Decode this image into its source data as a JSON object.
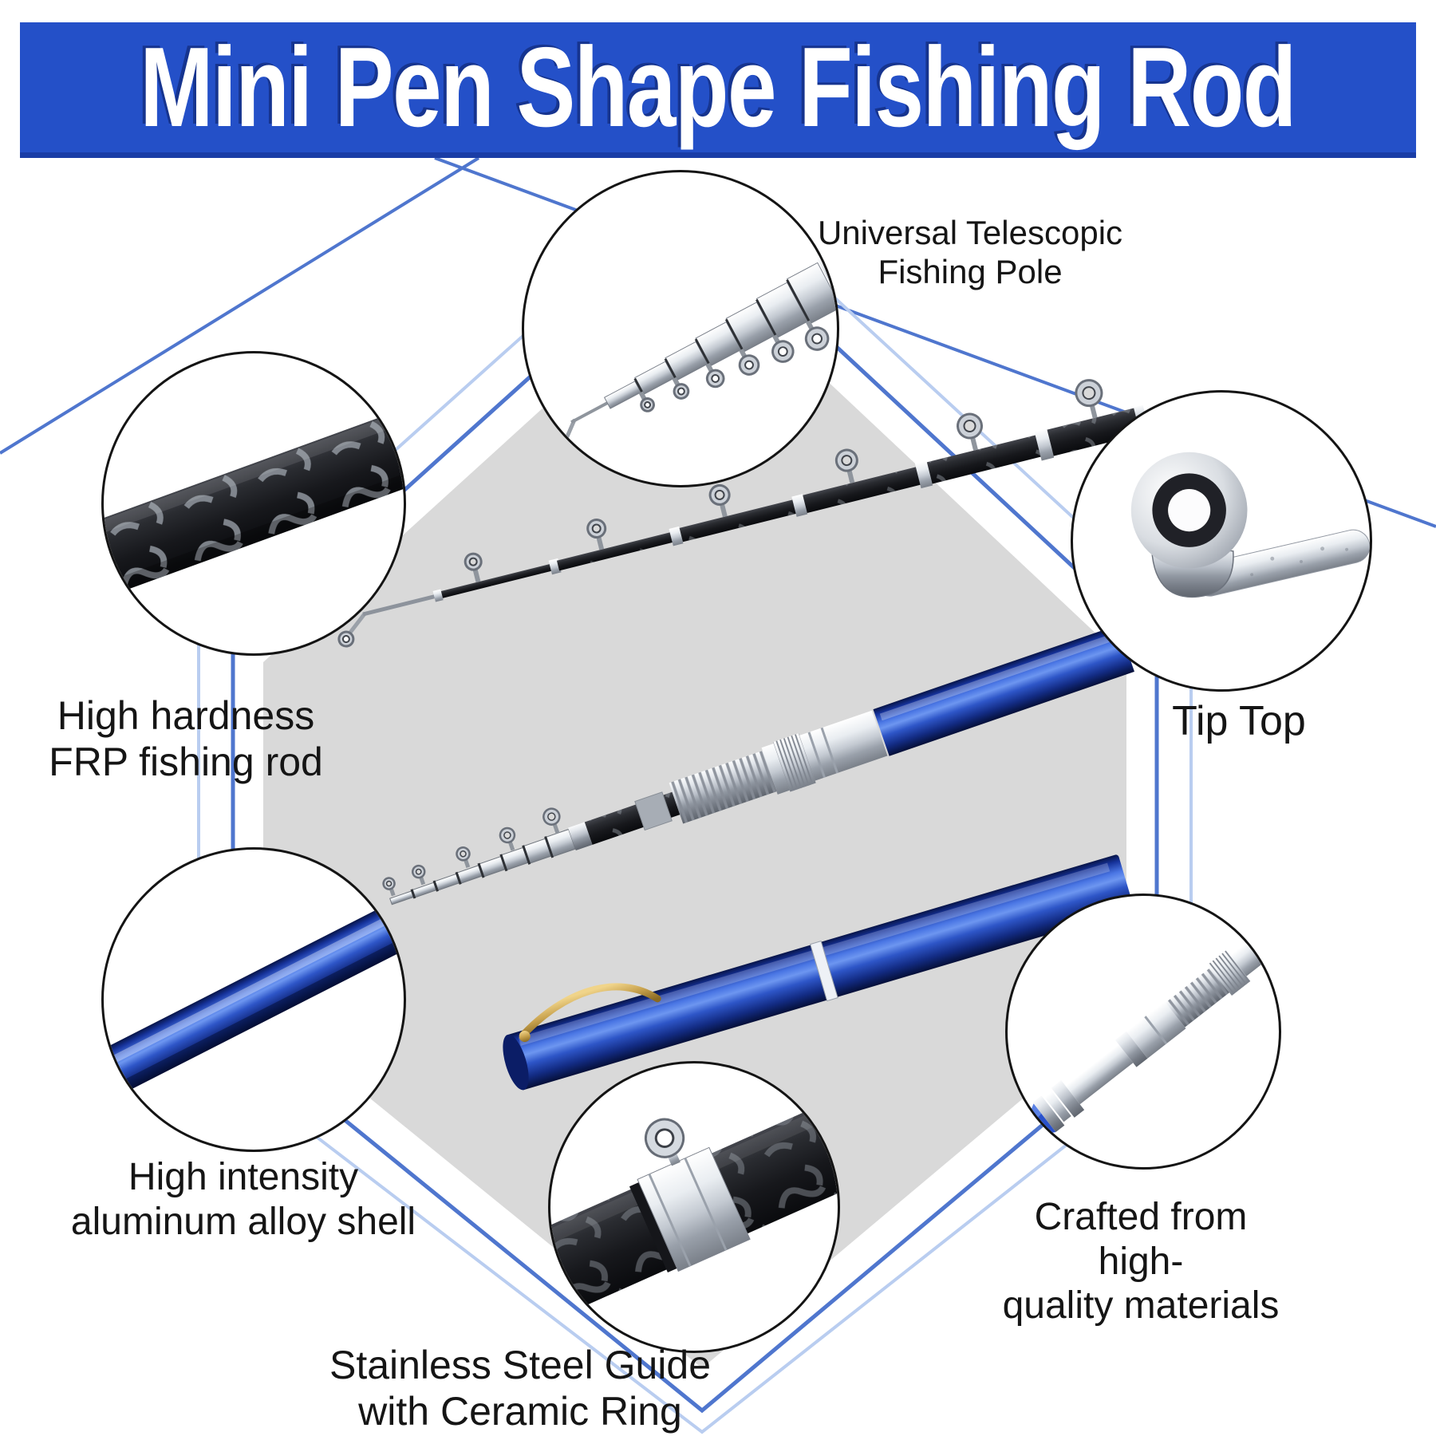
{
  "title": "Mini Pen Shape Fishing Rod",
  "callouts": {
    "telescopic": {
      "label": "Universal Telescopic\nFishing Pole"
    },
    "frp": {
      "label": "High hardness\nFRP fishing rod"
    },
    "tiptop": {
      "label": "Tip Top"
    },
    "aluminum": {
      "label": "High intensity\naluminum alloy shell"
    },
    "guide": {
      "label": "Stainless Steel Guide\nwith Ceramic Ring"
    },
    "materials": {
      "label": "Crafted from high-\nquality materials"
    }
  },
  "colors": {
    "banner_blue": "#2450c8",
    "banner_edge": "#1a3da6",
    "title_shadow": "#16348f",
    "hex_gray": "#d9d9d9",
    "accent_blue": "#4f76ce",
    "accent_light": "#b9cdf0",
    "ink": "#151515",
    "outline": "#141414",
    "rod_blue": "#2a52cc",
    "rod_blue_highlight": "#6d96f0",
    "rod_dark": "#17181c",
    "camo_gray": "#969ca6",
    "silver": "#c3c9d1",
    "silver_deep": "#7a8089",
    "gold": "#c8a24e",
    "white": "#ffffff"
  }
}
